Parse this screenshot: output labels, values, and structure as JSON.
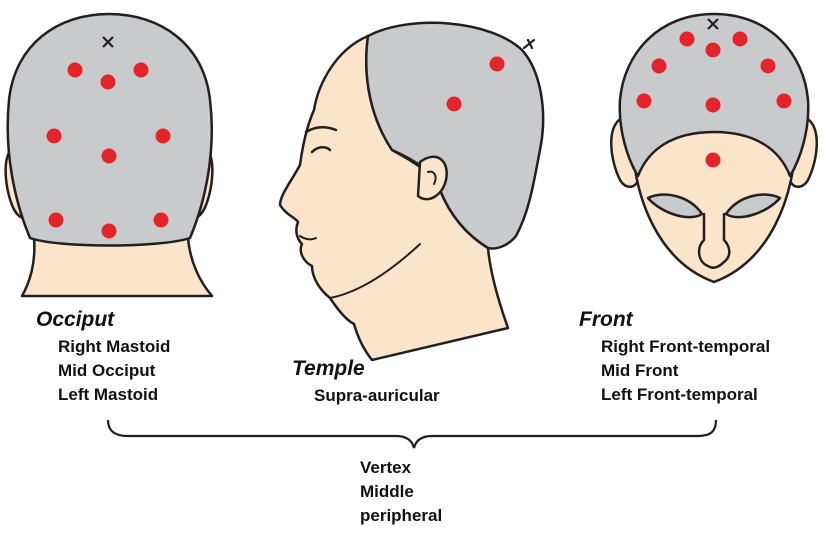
{
  "groups": {
    "occiput": {
      "title": "Occiput",
      "items": [
        "Right Mastoid",
        "Mid Occiput",
        "Left Mastoid"
      ]
    },
    "temple": {
      "title": "Temple",
      "items": [
        "Supra-auricular"
      ]
    },
    "front": {
      "title": "Front",
      "items": [
        "Right Front-temporal",
        "Mid Front",
        "Left Front-temporal"
      ]
    },
    "vertex": {
      "items": [
        "Vertex",
        "Middle",
        "peripheral"
      ]
    }
  },
  "colors": {
    "hair": "#c9cacc",
    "skin": "#fbe5ca",
    "point": "#e3242b",
    "outline": "#231f20"
  }
}
